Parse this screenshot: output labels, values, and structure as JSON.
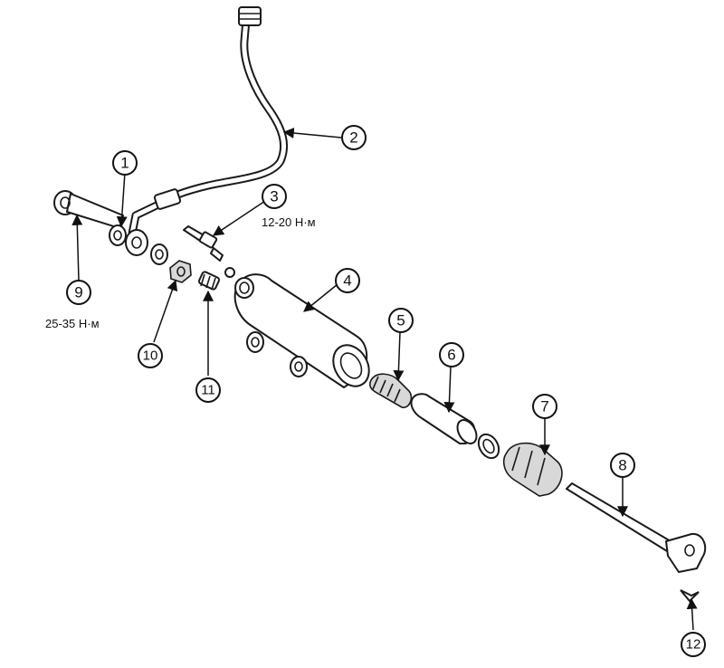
{
  "callouts": [
    {
      "num": "1"
    },
    {
      "num": "2"
    },
    {
      "num": "3"
    },
    {
      "num": "4"
    },
    {
      "num": "5"
    },
    {
      "num": "6"
    },
    {
      "num": "7"
    },
    {
      "num": "8"
    },
    {
      "num": "9"
    },
    {
      "num": "10"
    },
    {
      "num": "11"
    },
    {
      "num": "12"
    }
  ],
  "torque": {
    "bleeder": "12-20 Н·м",
    "bolt": "25-35 Н·м"
  }
}
